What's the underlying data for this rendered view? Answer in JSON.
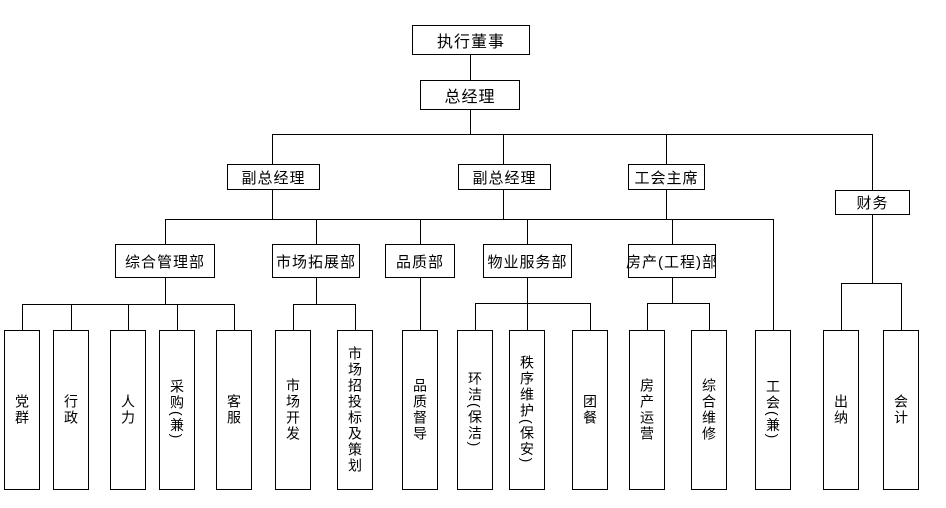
{
  "diagram": {
    "type": "org-chart",
    "background_color": "#ffffff",
    "line_color": "#000000",
    "box_border_color": "#000000"
  },
  "nodes": {
    "executive_director": "执行董事",
    "general_manager": "总经理",
    "deputy_gm_1": "副总经理",
    "deputy_gm_2": "副总经理",
    "union_chairman": "工会主席",
    "finance": "财务",
    "dept_general_admin": "综合管理部",
    "dept_market_expansion": "市场拓展部",
    "dept_quality": "品质部",
    "dept_property_service": "物业服务部",
    "dept_real_estate": "房产(工程)部",
    "party_masses": "党群",
    "administration": "行政",
    "human_resources": "人力",
    "procurement": "采购(兼)",
    "customer_service": "客服",
    "market_development": "市场开发",
    "market_bidding_planning": "市场招投标及策划",
    "quality_supervision": "品质督导",
    "cleaning": "环洁(保洁)",
    "order_maintenance": "秩序维护(保安)",
    "group_catering": "团餐",
    "real_estate_operation": "房产运营",
    "general_maintenance": "综合维修",
    "labor_union": "工会(兼)",
    "cashier": "出纳",
    "accounting": "会计"
  },
  "edges": [
    [
      "executive_director",
      "general_manager"
    ],
    [
      "general_manager",
      "deputy_gm_1"
    ],
    [
      "general_manager",
      "deputy_gm_2"
    ],
    [
      "general_manager",
      "union_chairman"
    ],
    [
      "general_manager",
      "finance"
    ],
    [
      "deputy_gm_1",
      "dept_general_admin"
    ],
    [
      "deputy_gm_1",
      "dept_market_expansion"
    ],
    [
      "deputy_gm_2",
      "dept_quality"
    ],
    [
      "deputy_gm_2",
      "dept_property_service"
    ],
    [
      "union_chairman",
      "dept_real_estate"
    ],
    [
      "union_chairman",
      "labor_union"
    ],
    [
      "dept_general_admin",
      "party_masses"
    ],
    [
      "dept_general_admin",
      "administration"
    ],
    [
      "dept_general_admin",
      "human_resources"
    ],
    [
      "dept_general_admin",
      "procurement"
    ],
    [
      "dept_general_admin",
      "customer_service"
    ],
    [
      "dept_market_expansion",
      "market_development"
    ],
    [
      "dept_market_expansion",
      "market_bidding_planning"
    ],
    [
      "dept_quality",
      "quality_supervision"
    ],
    [
      "dept_property_service",
      "cleaning"
    ],
    [
      "dept_property_service",
      "order_maintenance"
    ],
    [
      "dept_property_service",
      "group_catering"
    ],
    [
      "dept_real_estate",
      "real_estate_operation"
    ],
    [
      "dept_real_estate",
      "general_maintenance"
    ],
    [
      "finance",
      "cashier"
    ],
    [
      "finance",
      "accounting"
    ]
  ]
}
